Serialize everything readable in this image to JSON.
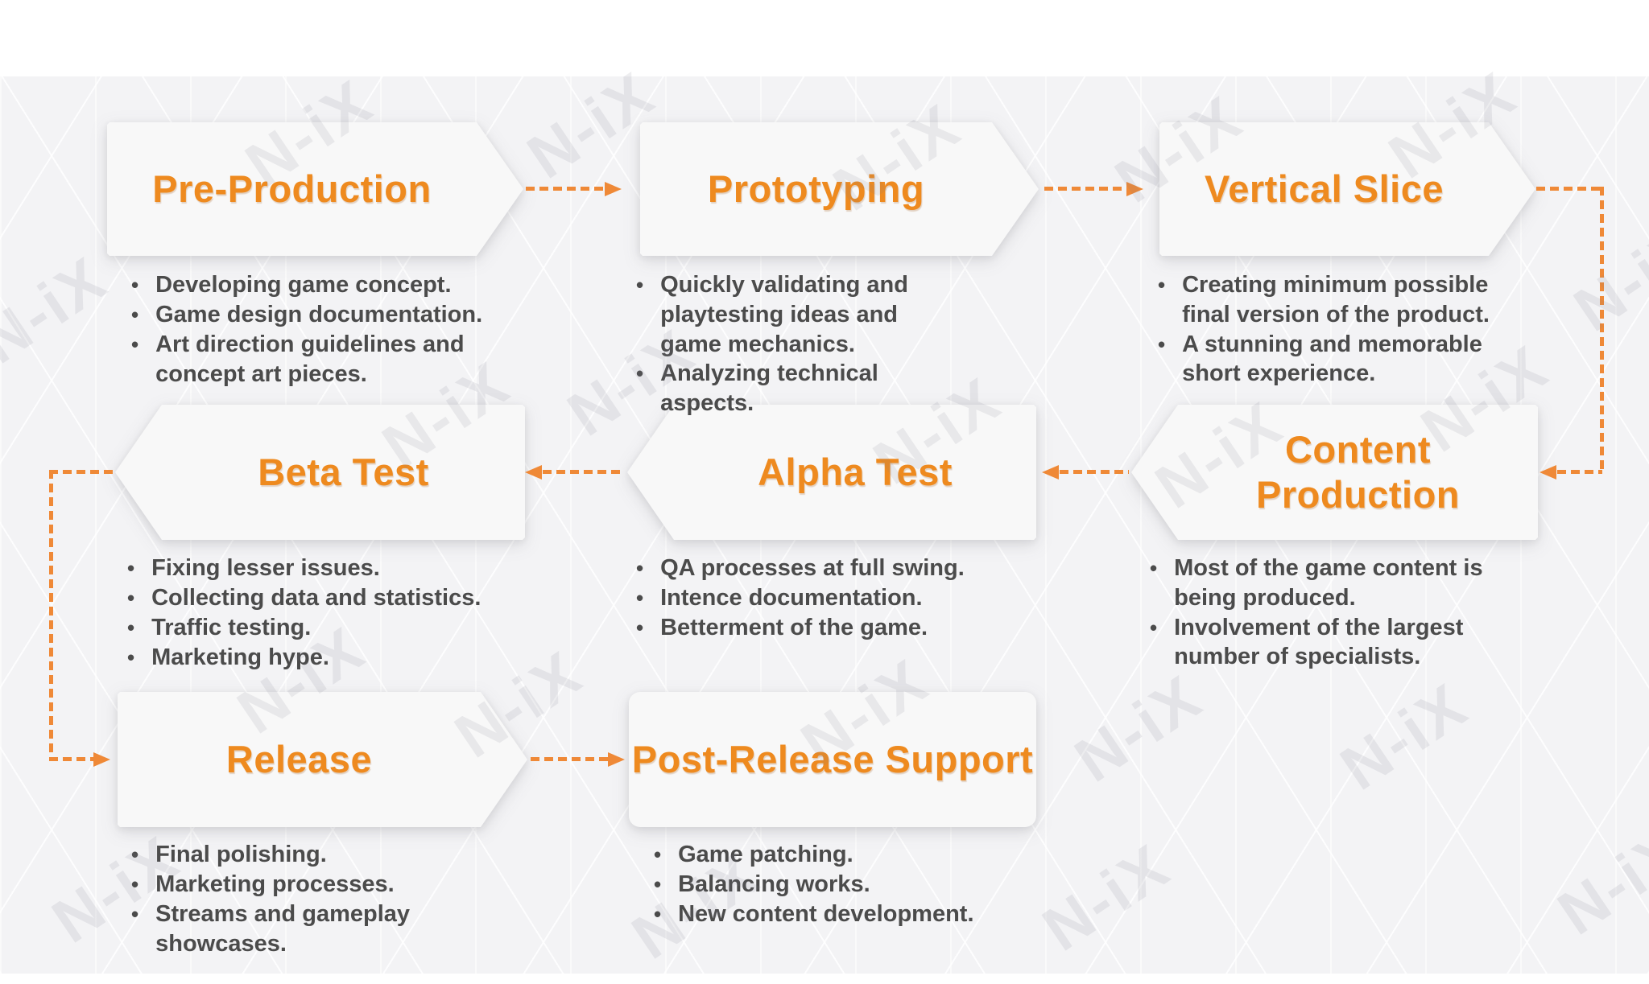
{
  "watermark": {
    "text": "N-iX"
  },
  "colors": {
    "title_orange": "#ee8a1f",
    "connector_orange": "#ef8937",
    "bullet_text_gray": "#4b4b4b",
    "box_fill": "#f8f8f8",
    "background_gray": "#f3f3f5"
  },
  "stages": [
    {
      "id": "pre-production",
      "title": "Pre-Production",
      "bullets": [
        "Developing game concept.",
        "Game design documentation.",
        "Art direction guidelines and concept art pieces."
      ]
    },
    {
      "id": "prototyping",
      "title": "Prototyping",
      "bullets": [
        "Quickly validating and playtesting ideas and game mechanics.",
        "Analyzing technical aspects."
      ]
    },
    {
      "id": "vertical-slice",
      "title": "Vertical Slice",
      "bullets": [
        "Creating minimum possible final version of the product.",
        "A stunning and memorable short experience."
      ]
    },
    {
      "id": "content-production",
      "title": "Content Production",
      "bullets": [
        "Most of the game content is being produced.",
        "Involvement of the largest number of specialists."
      ]
    },
    {
      "id": "alpha-test",
      "title": "Alpha Test",
      "bullets": [
        "QA processes at full swing.",
        "Intence documentation.",
        "Betterment of the game."
      ]
    },
    {
      "id": "beta-test",
      "title": "Beta Test",
      "bullets": [
        "Fixing lesser issues.",
        "Collecting data and statistics.",
        "Traffic testing.",
        "Marketing hype."
      ]
    },
    {
      "id": "release",
      "title": "Release",
      "bullets": [
        "Final polishing.",
        "Marketing processes.",
        "Streams and gameplay showcases."
      ]
    },
    {
      "id": "post-release-support",
      "title": "Post-Release Support",
      "bullets": [
        "Game patching.",
        "Balancing works.",
        "New content development."
      ]
    }
  ]
}
